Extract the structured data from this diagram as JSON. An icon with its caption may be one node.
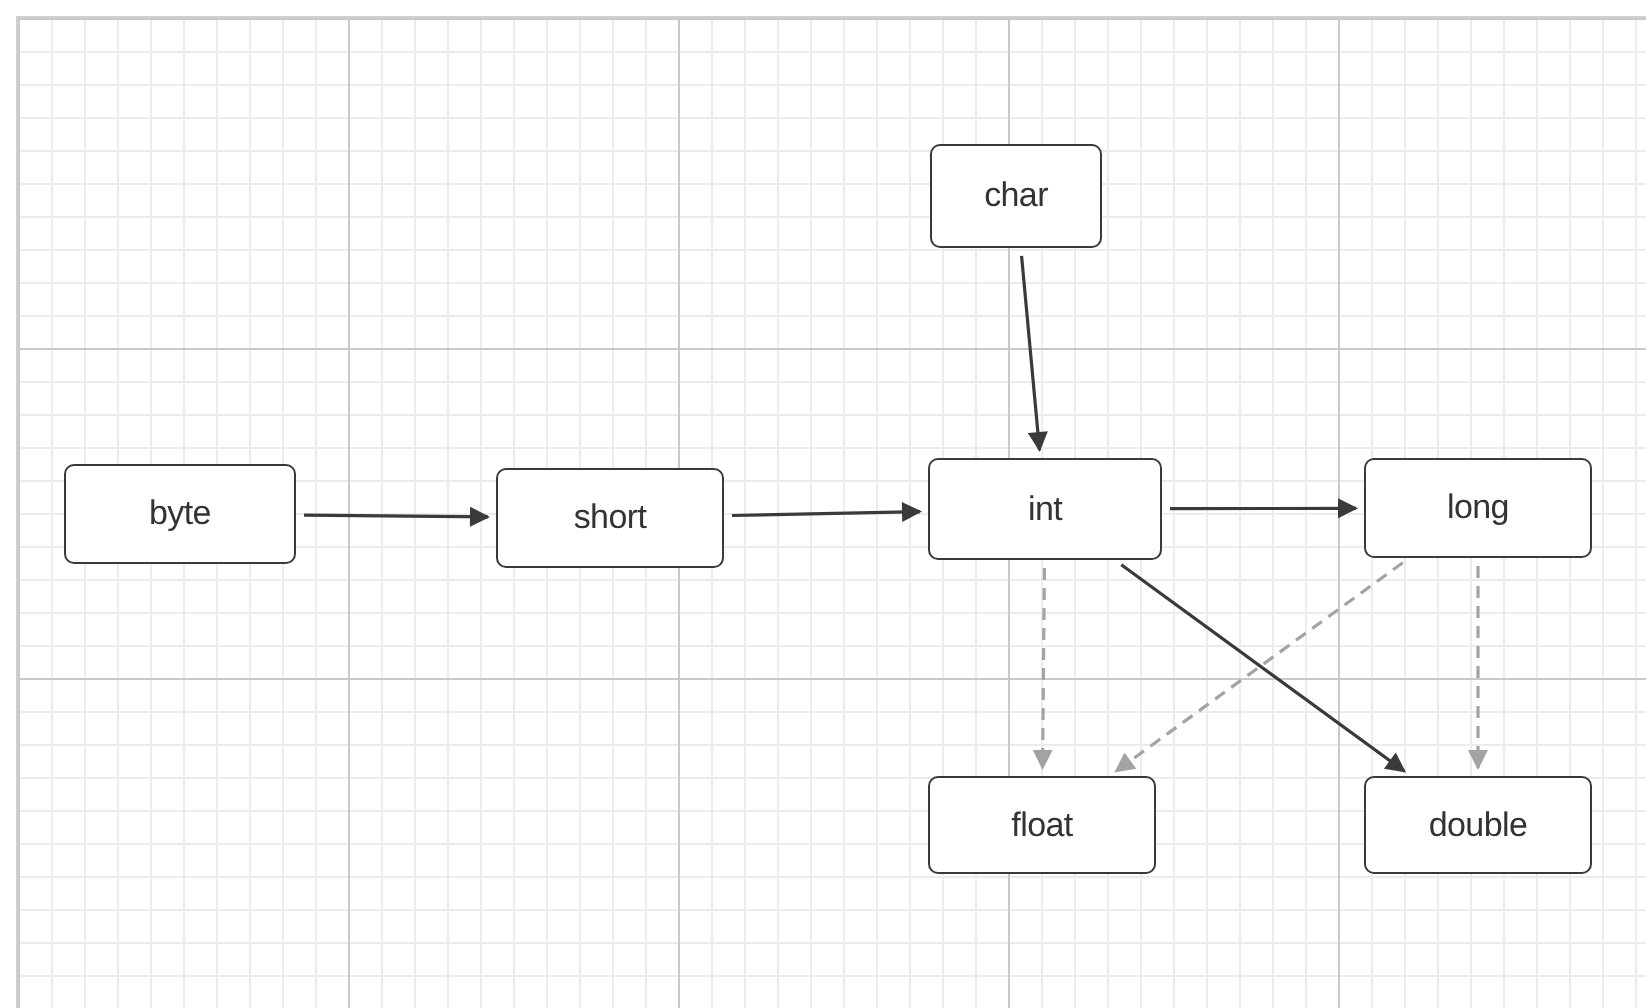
{
  "diagram": {
    "nodes": [
      {
        "text": [
          "char"
        ]
      },
      {
        "text": [
          "byte"
        ]
      },
      {
        "text": [
          "short"
        ]
      },
      {
        "text": [
          "int"
        ]
      },
      {
        "text": [
          "long"
        ]
      },
      {
        "text": [
          "float"
        ]
      },
      {
        "text": [
          "double"
        ]
      }
    ],
    "edges": [
      {
        "from": 1,
        "to": 2,
        "arrow": "to"
      },
      {
        "from": 2,
        "to": 3,
        "arrow": "to"
      },
      {
        "from": 0,
        "to": 3,
        "arrow": "to"
      },
      {
        "from": 3,
        "to": 4,
        "arrow": "to"
      },
      {
        "from": 3,
        "to": 5,
        "arrow": "to",
        "style": "dashed",
        "color": "#a3a3a3"
      },
      {
        "from": 3,
        "to": 6,
        "arrow": "to"
      },
      {
        "from": 4,
        "to": 5,
        "arrow": "to",
        "style": "dashed",
        "color": "#a3a3a3"
      },
      {
        "from": 4,
        "to": 6,
        "arrow": "to",
        "style": "dashed",
        "color": "#a3a3a3"
      }
    ]
  }
}
